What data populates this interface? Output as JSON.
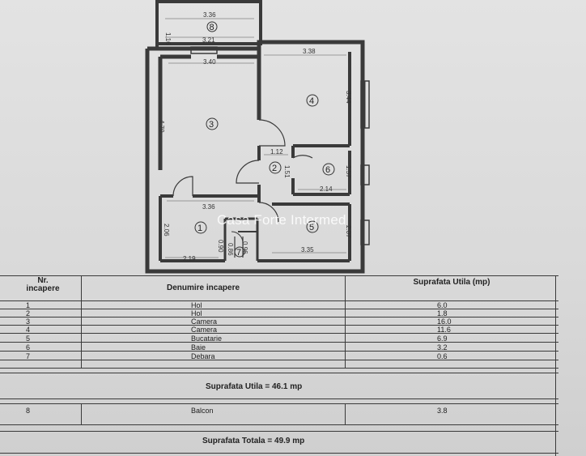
{
  "watermark": "Casa Forte Intermed",
  "plan": {
    "rooms": [
      "8",
      "3",
      "4",
      "2",
      "6",
      "1",
      "5",
      "7"
    ],
    "dimensions": {
      "balcony_top": "3.36",
      "balcony_side": "1.16",
      "balcony_bottom": "3.21",
      "room3_top": "3.40",
      "room4_top": "3.38",
      "room4_side": "3.44",
      "room3_side": "4.70",
      "hall_width": "1.12",
      "hall_side": "1.51",
      "room6_side": "1.57",
      "room6_width": "2.14",
      "room1_top": "3.36",
      "room1_side": "2.06",
      "room5_side": "2.07",
      "room5_width": "3.35",
      "room1_bottom": "2.19",
      "bath_side": "0.90",
      "closet_small": "0.96",
      "closet_small2": "0.86"
    }
  },
  "table": {
    "col_nr": "Nr. incapere",
    "col_name": "Denumire incapere",
    "col_area": "Suprafata Utila (mp)",
    "rows": [
      {
        "nr": "1",
        "name": "Hol",
        "area": "6.0"
      },
      {
        "nr": "2",
        "name": "Hol",
        "area": "1.8"
      },
      {
        "nr": "3",
        "name": "Camera",
        "area": "16.0"
      },
      {
        "nr": "4",
        "name": "Camera",
        "area": "11.6"
      },
      {
        "nr": "5",
        "name": "Bucatarie",
        "area": "6.9"
      },
      {
        "nr": "6",
        "name": "Baie",
        "area": "3.2"
      },
      {
        "nr": "7",
        "name": "Debara",
        "area": "0.6"
      }
    ],
    "util_total": "Suprafata Utila = 46.1 mp",
    "balcony_row": {
      "nr": "8",
      "name": "Balcon",
      "area": "3.8"
    },
    "grand_total": "Suprafata Totala = 49.9 mp"
  }
}
